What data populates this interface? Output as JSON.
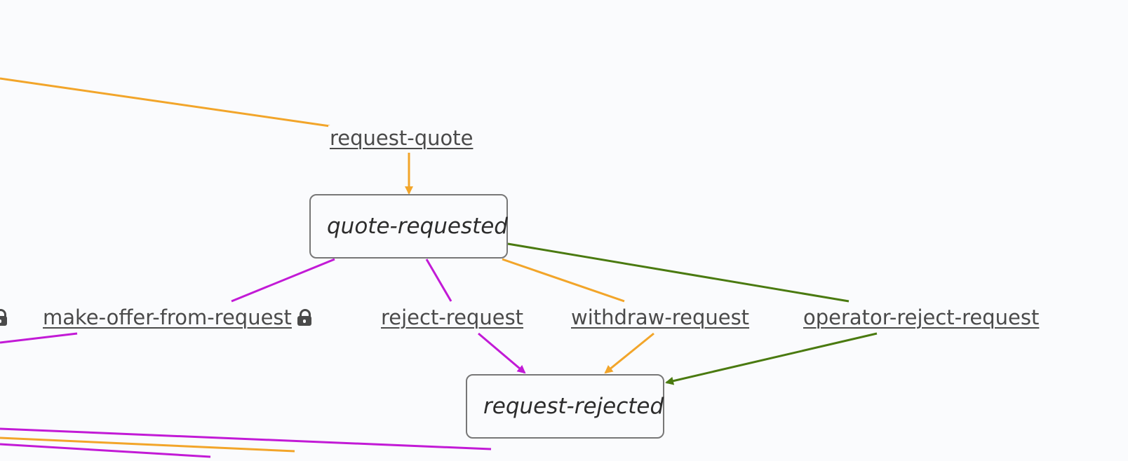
{
  "colors": {
    "background": "#fafbfd",
    "orange": "#f2a52a",
    "purple": "#c21ad6",
    "green": "#4a7a10",
    "node_border": "#777777",
    "text": "#4a4a4a"
  },
  "states": {
    "quote_requested": "quote-requested",
    "request_rejected": "request-rejected"
  },
  "transitions": {
    "request_quote": "request-quote",
    "make_offer_from_request": "make-offer-from-request",
    "reject_request": "reject-request",
    "withdraw_request": "withdraw-request",
    "operator_reject_request": "operator-reject-request"
  },
  "icons": {
    "lock": "lock-icon"
  }
}
